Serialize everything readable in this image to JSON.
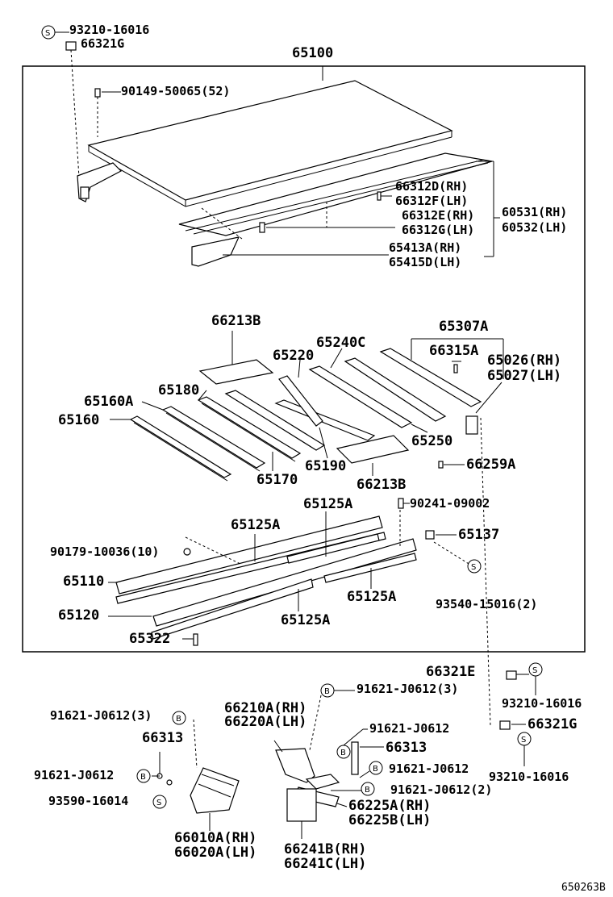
{
  "labels": {
    "l_93210_16016_a": "93210-16016",
    "l_66321G_a": "66321G",
    "l_65100": "65100",
    "l_90149": "90149-50065(52)",
    "l_66312D": "66312D(RH)",
    "l_66312F": "66312F(LH)",
    "l_66312E": "66312E(RH)",
    "l_66312G": "66312G(LH)",
    "l_60531": "60531(RH)",
    "l_60532": "60532(LH)",
    "l_65413A": "65413A(RH)",
    "l_65415D": "65415D(LH)",
    "l_66213B_a": "66213B",
    "l_65307A": "65307A",
    "l_65220": "65220",
    "l_65240C": "65240C",
    "l_66315A": "66315A",
    "l_65026": "65026(RH)",
    "l_65027": "65027(LH)",
    "l_65160A": "65160A",
    "l_65180": "65180",
    "l_65160": "65160",
    "l_65250": "65250",
    "l_65190": "65190",
    "l_66259A": "66259A",
    "l_65170": "65170",
    "l_66213B_b": "66213B",
    "l_65125A_a": "65125A",
    "l_90241": "90241-09002",
    "l_65125A_b": "65125A",
    "l_65137": "65137",
    "l_90179": "90179-10036(10)",
    "l_65110": "65110",
    "l_65125A_c": "65125A",
    "l_65120": "65120",
    "l_93540": "93540-15016(2)",
    "l_65125A_d": "65125A",
    "l_65322": "65322",
    "l_66321E": "66321E",
    "l_93210_16016_b": "93210-16016",
    "l_91621_3a": "91621-J0612(3)",
    "l_66210A": "66210A(RH)",
    "l_66220A": "66220A(LH)",
    "l_91621_3b": "91621-J0612(3)",
    "l_66321G_b": "66321G",
    "l_66313_a": "66313",
    "l_91621_c": "91621-J0612",
    "l_66313_b": "66313",
    "l_93210_16016_c": "93210-16016",
    "l_91621_d": "91621-J0612",
    "l_91621_e": "91621-J0612",
    "l_93590": "93590-16014",
    "l_91621_2": "91621-J0612(2)",
    "l_66225A": "66225A(RH)",
    "l_66225B": "66225B(LH)",
    "l_66010A": "66010A(RH)",
    "l_66020A": "66020A(LH)",
    "l_66241B": "66241B(RH)",
    "l_66241C": "66241C(LH)",
    "l_ref": "650263B"
  },
  "symbols": {
    "s": "S",
    "b": "B"
  }
}
